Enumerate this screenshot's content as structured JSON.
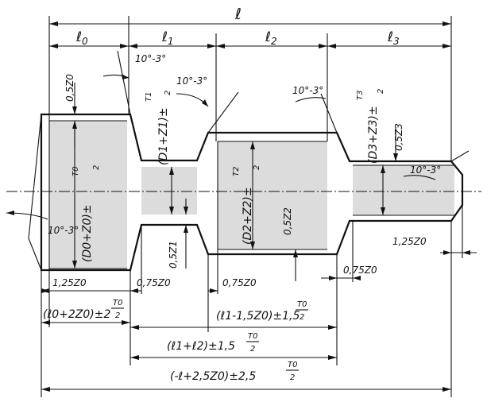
{
  "lengths": {
    "total": "ℓ",
    "l0": "ℓ",
    "l0_sub": "0",
    "l1": "ℓ",
    "l1_sub": "1",
    "l2": "ℓ",
    "l2_sub": "2",
    "l3": "ℓ",
    "l3_sub": "3"
  },
  "angles": {
    "a1": "10°-3°",
    "a2": "10°-3°",
    "a3": "10°-3°",
    "a4": "10°-3°",
    "a5": "10°-3°"
  },
  "diameters": {
    "d0": "(D0+Z0)±",
    "d0_num": "T0",
    "d0_den": "2",
    "d1": "(D1+Z1)±",
    "d1_num": "T1",
    "d1_den": "2",
    "d2": "(D2+Z2)±",
    "d2_num": "T2",
    "d2_den": "2",
    "d3": "(D3+Z3)±",
    "d3_num": "T3",
    "d3_den": "2"
  },
  "allowances": {
    "z0": "0,5Z0",
    "z1": "0,5Z1",
    "z2": "0,5Z2",
    "z3": "0,5Z3",
    "left_step": "1,25Z0",
    "right_step": "1,25Z0",
    "s1": "0,75Z0",
    "s2": "0,75Z0",
    "s3": "0,75Z0"
  },
  "lengths_bottom": {
    "b1": "(ℓ0+2Z0)±2",
    "b1_num": "T0",
    "b1_den": "2",
    "b2": "(ℓ1-1,5Z0)±1,5",
    "b2_num": "T0",
    "b2_den": "2",
    "b3": "(ℓ1+ℓ2)±1,5",
    "b3_num": "T0",
    "b3_den": "2",
    "b4": "(-ℓ+2,5Z0)±2,5",
    "b4_num": "T0",
    "b4_den": "2"
  }
}
